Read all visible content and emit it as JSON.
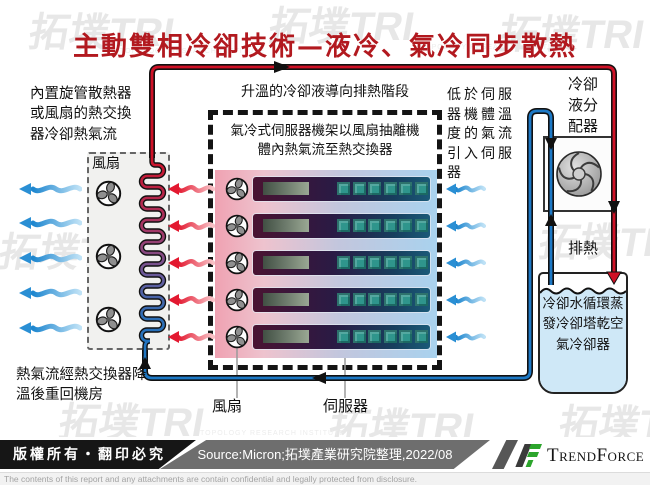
{
  "title": "主動雙相冷卻技術—液冷、氣冷同步散熱",
  "notes": {
    "heat_exchanger_note": "內置旋管散熱器或風扇的熱交換器冷卻熱氣流",
    "warm_coolant_note": "升溫的冷卻液導向排熱階段",
    "cool_air_note": "低於伺服器機體溫度的氣流引入伺服器",
    "return_air_note": "熱氣流經熱交換器降溫後重回機房"
  },
  "labels": {
    "exchanger_fan": "風扇",
    "rack_caption": "氣冷式伺服器機架以風扇抽離機體內熱氣流至熱交換器",
    "cdu": "冷卻液分配器",
    "heat_reject": "排熱",
    "tank": "冷卻水循環蒸發冷卻塔乾空氣冷卻器",
    "callout_fan": "風扇",
    "callout_server": "伺服器"
  },
  "rack": {
    "server_count": 5,
    "leds_per_server": 6
  },
  "footer": {
    "copyright": "版權所有‧翻印必究",
    "source": "Source:Micron;拓墣產業研究院整理,2022/08",
    "brand": "TrendForce",
    "disclaimer": "The contents of this report and any attachments are contain confidential and legally protected from disclosure."
  },
  "watermark": {
    "brand": "拓墣TRI",
    "institute": "TOPOLOGY RESEARCH INSTITUTE"
  },
  "colors": {
    "title_red": "#b2191f",
    "hot_pipe": "#cf1126",
    "cold_pipe": "#1d79c6",
    "hot_air_arrow": "#e31930",
    "cool_air_arrow": "#2a8fd4",
    "rack_hot_side": "#efa2b2",
    "rack_cool_side": "#a9d2ee",
    "tank_water": "#cfe8f7",
    "brand_green": "#2ca52c"
  }
}
